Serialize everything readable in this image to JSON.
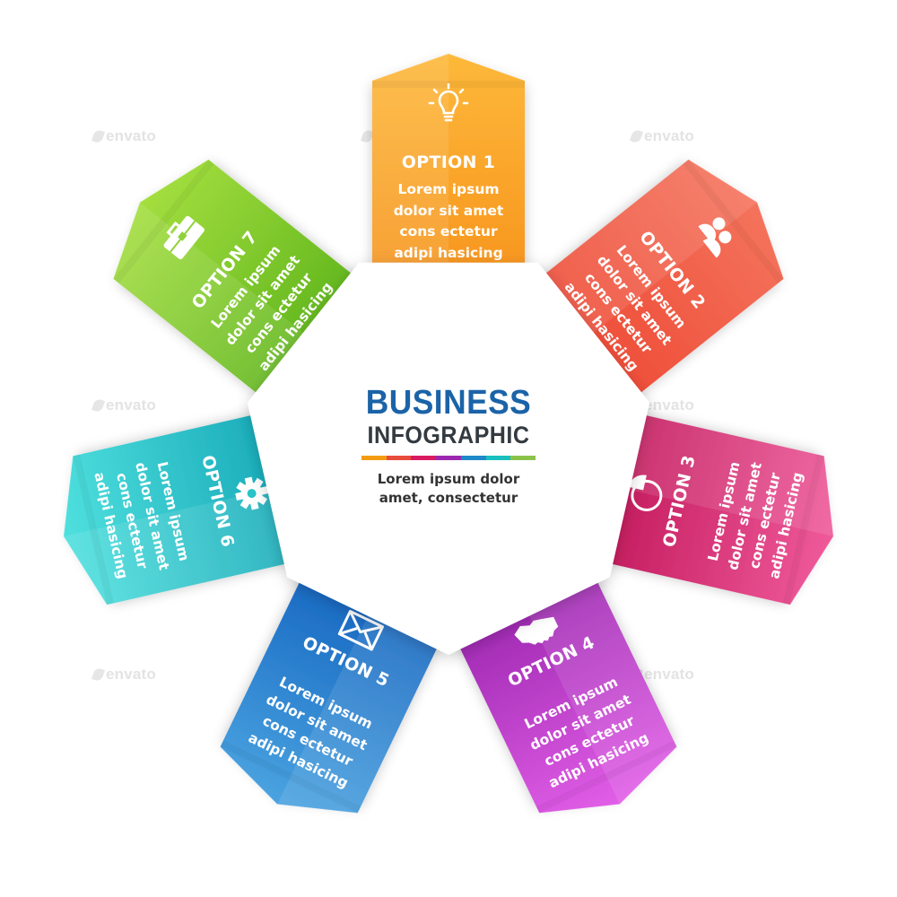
{
  "center": {
    "title_line1": "BUSINESS",
    "title_line2": "INFOGRAPHIC",
    "subtitle_line1": "Lorem ipsum dolor",
    "subtitle_line2": "amet, consectetur",
    "title_color": "#1b63a8",
    "subtitle_color": "#333a40",
    "color_bar": [
      "#f39c12",
      "#e74c3c",
      "#d81b60",
      "#9b27af",
      "#1e88c9",
      "#19bfbf",
      "#8bc34a"
    ]
  },
  "watermark": "envato",
  "options": [
    {
      "title": "OPTION 1",
      "lines": [
        "Lorem ipsum",
        "dolor sit amet",
        "cons ectetur",
        "adipi hasicing"
      ],
      "icon": "lightbulb-icon",
      "color_top": "#fdb83a",
      "color_bottom": "#f7941d",
      "angle": 0
    },
    {
      "title": "OPTION 2",
      "lines": [
        "Lorem ipsum",
        "dolor sit amet",
        "cons ectetur",
        "adipi hasicing"
      ],
      "icon": "people-icon",
      "color_top": "#f4735c",
      "color_bottom": "#ee4b36",
      "angle": 51.43
    },
    {
      "title": "OPTION 3",
      "lines": [
        "Lorem ipsum",
        "dolor sit amet",
        "cons ectetur",
        "adipi hasicing"
      ],
      "icon": "pie-chart-icon",
      "color_top": "#ef5a9a",
      "color_bottom": "#c2185b",
      "angle": 102.86
    },
    {
      "title": "OPTION 4",
      "lines": [
        "Lorem ipsum",
        "dolor sit amet",
        "cons ectetur",
        "adipi hasicing"
      ],
      "icon": "handshake-icon",
      "color_top": "#e25ee7",
      "color_bottom": "#9c27b0",
      "angle": 154.29
    },
    {
      "title": "OPTION 5",
      "lines": [
        "Lorem ipsum",
        "dolor sit amet",
        "cons ectetur",
        "adipi hasicing"
      ],
      "icon": "envelope-icon",
      "color_top": "#4aa3e0",
      "color_bottom": "#1565c0",
      "angle": 205.71
    },
    {
      "title": "OPTION 6",
      "lines": [
        "Lorem ipsum",
        "dolor sit amet",
        "cons ectetur",
        "adipi hasicing"
      ],
      "icon": "gear-icon",
      "color_top": "#4fe0de",
      "color_bottom": "#17a9b8",
      "angle": 257.14
    },
    {
      "title": "OPTION 7",
      "lines": [
        "Lorem ipsum",
        "dolor sit amet",
        "cons ectetur",
        "adipi hasicing"
      ],
      "icon": "briefcase-icon",
      "color_top": "#a4de3f",
      "color_bottom": "#5fb51c",
      "angle": 308.57
    }
  ]
}
